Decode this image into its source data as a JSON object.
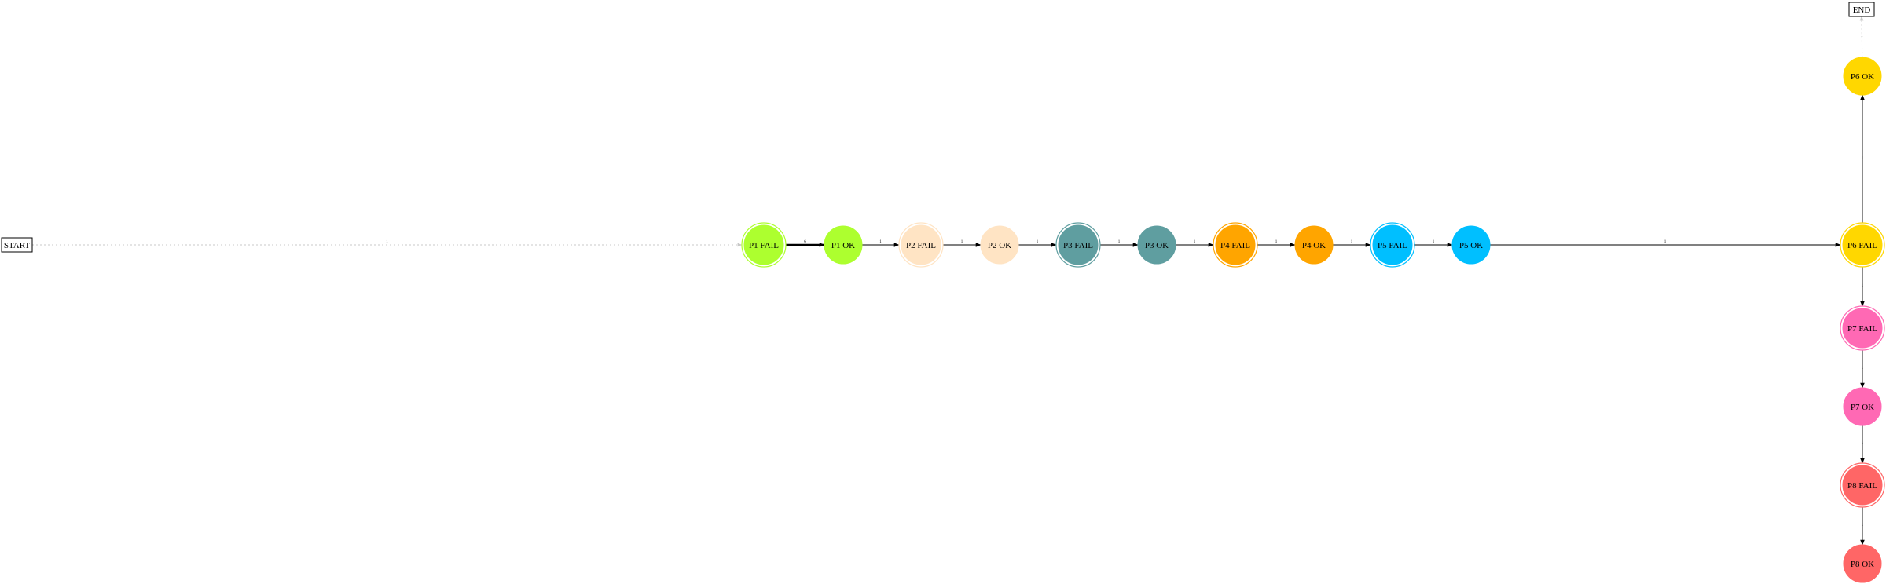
{
  "terminals": {
    "start": "START",
    "end": "END"
  },
  "nodes": [
    {
      "id": "p1fail",
      "label": "P1 FAIL",
      "color": "#adff2f",
      "double": true
    },
    {
      "id": "p1ok",
      "label": "P1 OK",
      "color": "#adff2f",
      "double": false
    },
    {
      "id": "p2fail",
      "label": "P2 FAIL",
      "color": "#ffe4c4",
      "double": true
    },
    {
      "id": "p2ok",
      "label": "P2 OK",
      "color": "#ffe4c4",
      "double": false
    },
    {
      "id": "p3fail",
      "label": "P3 FAIL",
      "color": "#5f9ea0",
      "double": true
    },
    {
      "id": "p3ok",
      "label": "P3 OK",
      "color": "#5f9ea0",
      "double": false
    },
    {
      "id": "p4fail",
      "label": "P4 FAIL",
      "color": "#ffa500",
      "double": true
    },
    {
      "id": "p4ok",
      "label": "P4 OK",
      "color": "#ffa500",
      "double": false
    },
    {
      "id": "p5fail",
      "label": "P5 FAIL",
      "color": "#00bfff",
      "double": true
    },
    {
      "id": "p5ok",
      "label": "P5 OK",
      "color": "#00bfff",
      "double": false
    },
    {
      "id": "p6fail",
      "label": "P6 FAIL",
      "color": "#ffd700",
      "double": true
    },
    {
      "id": "p6ok",
      "label": "P6 OK",
      "color": "#ffd700",
      "double": false
    },
    {
      "id": "p7fail",
      "label": "P7 FAIL",
      "color": "#ff69b4",
      "double": true
    },
    {
      "id": "p7ok",
      "label": "P7 OK",
      "color": "#ff69b4",
      "double": false
    },
    {
      "id": "p8fail",
      "label": "P8 FAIL",
      "color": "#ff6666",
      "double": true
    },
    {
      "id": "p8ok",
      "label": "P8 OK",
      "color": "#ff6666",
      "double": false
    }
  ],
  "edges": [
    {
      "from": "start",
      "to": "p1fail",
      "label": "1",
      "style": "dotted"
    },
    {
      "from": "p1fail",
      "to": "p1ok",
      "label": "6",
      "style": "bold"
    },
    {
      "from": "p1ok",
      "to": "p2fail",
      "label": "1",
      "style": "solid"
    },
    {
      "from": "p2fail",
      "to": "p2ok",
      "label": "1",
      "style": "solid"
    },
    {
      "from": "p2ok",
      "to": "p3fail",
      "label": "1",
      "style": "solid"
    },
    {
      "from": "p3fail",
      "to": "p3ok",
      "label": "1",
      "style": "solid"
    },
    {
      "from": "p3ok",
      "to": "p4fail",
      "label": "1",
      "style": "solid"
    },
    {
      "from": "p4fail",
      "to": "p4ok",
      "label": "1",
      "style": "solid"
    },
    {
      "from": "p4ok",
      "to": "p5fail",
      "label": "1",
      "style": "solid"
    },
    {
      "from": "p5fail",
      "to": "p5ok",
      "label": "1",
      "style": "solid"
    },
    {
      "from": "p5ok",
      "to": "p6fail",
      "label": "1",
      "style": "solid"
    },
    {
      "from": "p6fail",
      "to": "p6ok",
      "label": "1",
      "style": "solid"
    },
    {
      "from": "p6ok",
      "to": "end",
      "label": "1",
      "style": "dotted"
    },
    {
      "from": "p6fail",
      "to": "p7fail",
      "label": "1",
      "style": "solid"
    },
    {
      "from": "p7fail",
      "to": "p7ok",
      "label": "1",
      "style": "solid"
    },
    {
      "from": "p7ok",
      "to": "p8fail",
      "label": "1",
      "style": "solid"
    },
    {
      "from": "p8fail",
      "to": "p8ok",
      "label": "1",
      "style": "solid"
    }
  ]
}
